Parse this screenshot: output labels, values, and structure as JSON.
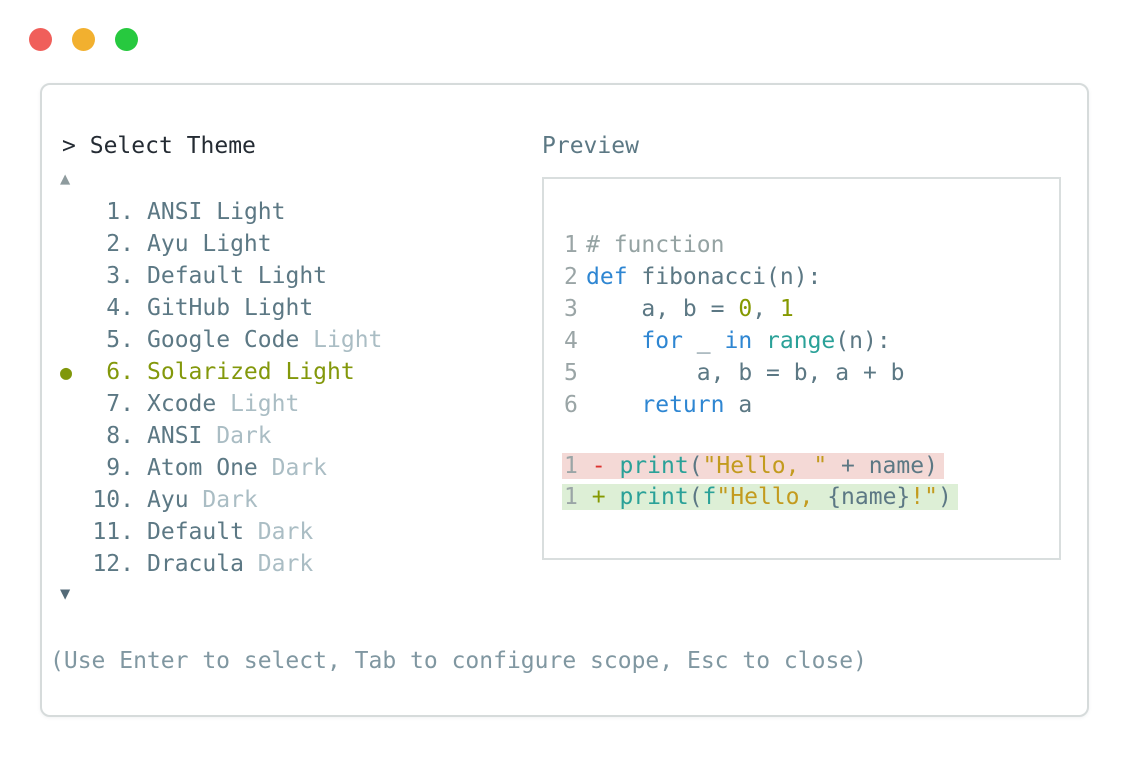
{
  "window": {
    "traffic_lights": [
      {
        "name": "close",
        "color": "#f05f5a"
      },
      {
        "name": "minimize",
        "color": "#f2b02f"
      },
      {
        "name": "zoom",
        "color": "#27c93f"
      }
    ]
  },
  "prompt": {
    "caret": ">",
    "title": "Select Theme"
  },
  "list_ui": {
    "scroll_up_glyph": "▲",
    "scroll_down_glyph": "▼",
    "selected_marker": "●",
    "selected_color": "#83980b",
    "item_color": "#5c7884",
    "dim_color": "#aabdc4"
  },
  "theme_list": [
    {
      "number": "1.",
      "name": "ANSI",
      "variant": "Light",
      "variant_dim": false,
      "selected": false
    },
    {
      "number": "2.",
      "name": "Ayu",
      "variant": "Light",
      "variant_dim": false,
      "selected": false
    },
    {
      "number": "3.",
      "name": "Default",
      "variant": "Light",
      "variant_dim": false,
      "selected": false
    },
    {
      "number": "4.",
      "name": "GitHub",
      "variant": "Light",
      "variant_dim": false,
      "selected": false
    },
    {
      "number": "5.",
      "name": "Google Code",
      "variant": "Light",
      "variant_dim": true,
      "selected": false
    },
    {
      "number": "6.",
      "name": "Solarized",
      "variant": "Light",
      "variant_dim": false,
      "selected": true
    },
    {
      "number": "7.",
      "name": "Xcode",
      "variant": "Light",
      "variant_dim": true,
      "selected": false
    },
    {
      "number": "8.",
      "name": "ANSI",
      "variant": "Dark",
      "variant_dim": true,
      "selected": false
    },
    {
      "number": "9.",
      "name": "Atom One",
      "variant": "Dark",
      "variant_dim": true,
      "selected": false
    },
    {
      "number": "10.",
      "name": "Ayu",
      "variant": "Dark",
      "variant_dim": true,
      "selected": false
    },
    {
      "number": "11.",
      "name": "Default",
      "variant": "Dark",
      "variant_dim": true,
      "selected": false
    },
    {
      "number": "12.",
      "name": "Dracula",
      "variant": "Dark",
      "variant_dim": true,
      "selected": false
    }
  ],
  "preview": {
    "title": "Preview",
    "syntax_colors": {
      "plain": "#5c7884",
      "comment": "#95a3a3",
      "keyword": "#2e86d2",
      "function": "#2aa198",
      "number": "#859900",
      "string": "#c39b1e",
      "diff_minus": "#dc322f",
      "diff_plus": "#859900",
      "line_number": "#9aa5a6",
      "removed_bg": "#f4d9d6",
      "added_bg": "#ddefd6"
    },
    "code_lines": [
      {
        "ln": "1",
        "tokens": [
          {
            "t": "# function",
            "c": "comment"
          }
        ]
      },
      {
        "ln": "2",
        "tokens": [
          {
            "t": "def",
            "c": "kw"
          },
          {
            "t": " fibonacci(n):",
            "c": "plain"
          }
        ]
      },
      {
        "ln": "3",
        "tokens": [
          {
            "t": "    a, b = ",
            "c": "plain"
          },
          {
            "t": "0",
            "c": "num"
          },
          {
            "t": ", ",
            "c": "plain"
          },
          {
            "t": "1",
            "c": "num"
          }
        ]
      },
      {
        "ln": "4",
        "tokens": [
          {
            "t": "    ",
            "c": "plain"
          },
          {
            "t": "for",
            "c": "kw"
          },
          {
            "t": " _ ",
            "c": "plain"
          },
          {
            "t": "in",
            "c": "kw"
          },
          {
            "t": " ",
            "c": "plain"
          },
          {
            "t": "range",
            "c": "fn"
          },
          {
            "t": "(n):",
            "c": "plain"
          }
        ]
      },
      {
        "ln": "5",
        "tokens": [
          {
            "t": "        a, b = b, a + b",
            "c": "plain"
          }
        ]
      },
      {
        "ln": "6",
        "tokens": [
          {
            "t": "    ",
            "c": "plain"
          },
          {
            "t": "return",
            "c": "kw"
          },
          {
            "t": " a",
            "c": "plain"
          }
        ]
      }
    ],
    "diff_lines": [
      {
        "ln": "1",
        "kind": "removed",
        "tokens": [
          {
            "t": " ",
            "c": "plain"
          },
          {
            "t": "-",
            "c": "minus"
          },
          {
            "t": " ",
            "c": "plain"
          },
          {
            "t": "print",
            "c": "fn"
          },
          {
            "t": "(",
            "c": "plain"
          },
          {
            "t": "\"Hello, \"",
            "c": "str"
          },
          {
            "t": " + name)",
            "c": "plain"
          }
        ]
      },
      {
        "ln": "1",
        "kind": "added",
        "tokens": [
          {
            "t": " ",
            "c": "plain"
          },
          {
            "t": "+",
            "c": "plus"
          },
          {
            "t": " ",
            "c": "plain"
          },
          {
            "t": "print",
            "c": "fn"
          },
          {
            "t": "(",
            "c": "plain"
          },
          {
            "t": "f",
            "c": "fn"
          },
          {
            "t": "\"Hello, ",
            "c": "str"
          },
          {
            "t": "{name}",
            "c": "plain"
          },
          {
            "t": "!\"",
            "c": "str"
          },
          {
            "t": ")",
            "c": "plain"
          }
        ]
      }
    ]
  },
  "help_text": "(Use Enter to select, Tab to configure scope, Esc to close)"
}
